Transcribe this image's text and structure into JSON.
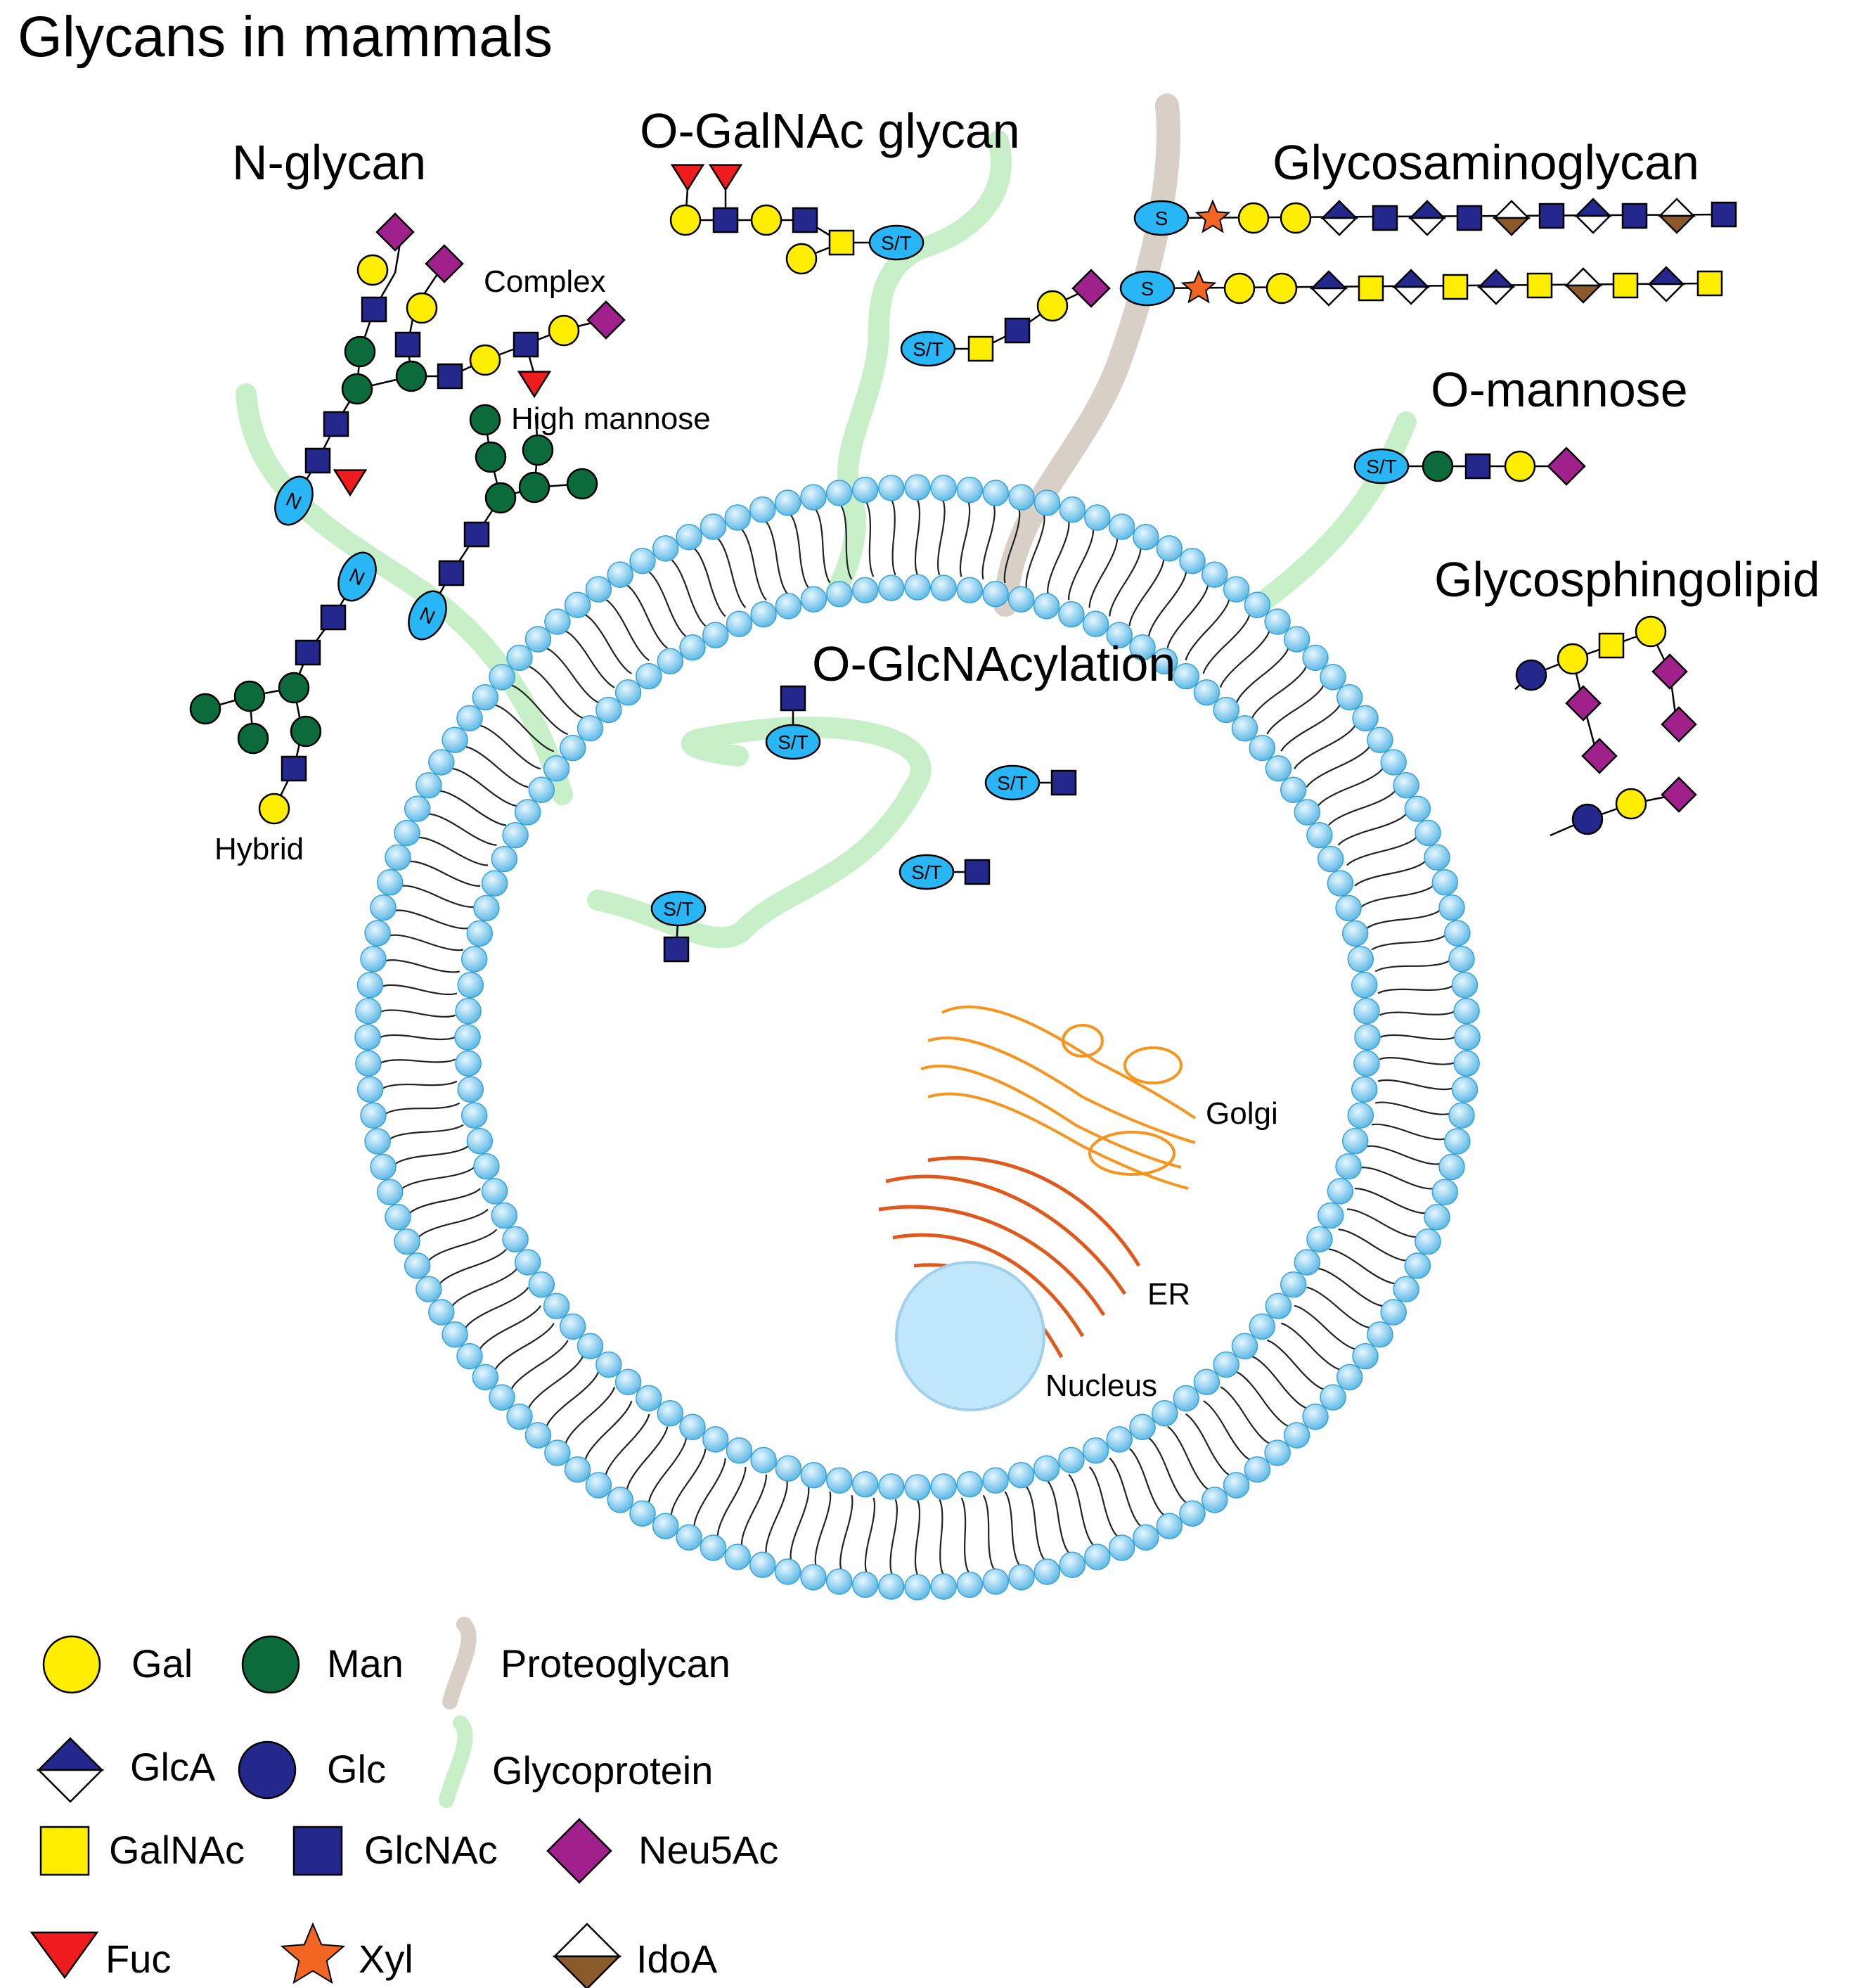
{
  "title": "Glycans in mammals",
  "sections": {
    "n_glycan": "N-glycan",
    "o_galnac": "O-GalNAc glycan",
    "gag": "Glycosaminoglycan",
    "o_mannose": "O-mannose",
    "gsl": "Glycosphingolipid",
    "o_glcnac": "O-GlcNAcylation"
  },
  "subtypes": {
    "complex": "Complex",
    "high_mannose": "High mannose",
    "hybrid": "Hybrid"
  },
  "organelles": {
    "golgi": "Golgi",
    "er": "ER",
    "nucleus": "Nucleus"
  },
  "tags": {
    "n": "N",
    "st": "S/T",
    "s": "S"
  },
  "legend": {
    "gal": "Gal",
    "man": "Man",
    "proteoglycan": "Proteoglycan",
    "glca": "GlcA",
    "glc": "Glc",
    "glycoprotein": "Glycoprotein",
    "galnac": "GalNAc",
    "glcnac": "GlcNAc",
    "neu5ac": "Neu5Ac",
    "fuc": "Fuc",
    "xyl": "Xyl",
    "idoa": "IdoA"
  },
  "colors": {
    "gal": "#ffee00",
    "man": "#0b6b3a",
    "glc": "#24288c",
    "glcnac": "#24288c",
    "galnac": "#ffee00",
    "neu5ac": "#a0208c",
    "fuc": "#ee1c1c",
    "xyl": "#f26522",
    "idoa": "#8b5a2b",
    "membrane": "#8fd3f4",
    "protein_tag": "#29b6f6",
    "glycoprotein": "#c8f0c8",
    "proteoglycan": "#d8cfc6",
    "golgi": "#f7941d",
    "er": "#e0581c",
    "nucleus": "#bfe6fb"
  },
  "icons": [
    "circle-gal-icon",
    "circle-man-icon",
    "circle-glc-icon",
    "square-galnac-icon",
    "square-glcnac-icon",
    "diamond-neu5ac-icon",
    "diamond-glca-icon",
    "diamond-idoa-icon",
    "triangle-fuc-icon",
    "star-xyl-icon",
    "proteoglycan-strand-icon",
    "glycoprotein-strand-icon"
  ]
}
